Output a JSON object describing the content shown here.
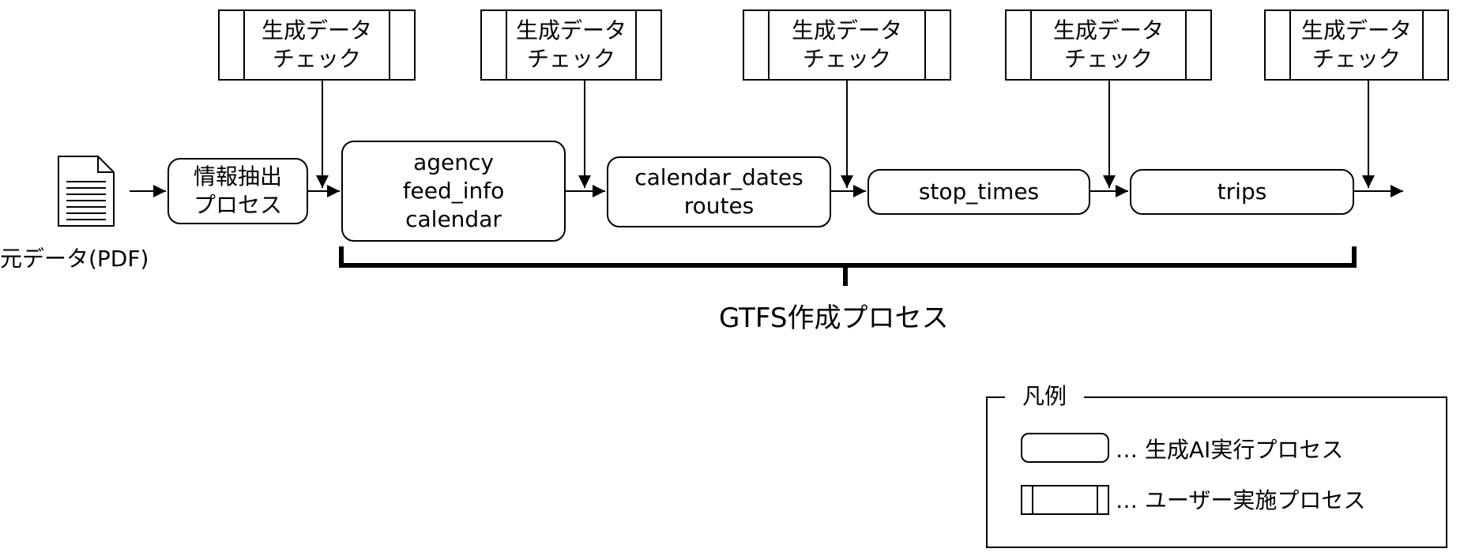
{
  "source": {
    "icon": "document-icon",
    "label": "元データ(PDF)"
  },
  "extract_step": {
    "line1": "情報抽出",
    "line2": "プロセス"
  },
  "ai_steps": [
    {
      "lines": [
        "agency",
        "feed_info",
        "calendar"
      ]
    },
    {
      "lines": [
        "calendar_dates",
        "routes"
      ]
    },
    {
      "lines": [
        "stop_times"
      ]
    },
    {
      "lines": [
        "trips"
      ]
    }
  ],
  "check_steps": [
    {
      "line1": "生成データ",
      "line2": "チェック"
    },
    {
      "line1": "生成データ",
      "line2": "チェック"
    },
    {
      "line1": "生成データ",
      "line2": "チェック"
    },
    {
      "line1": "生成データ",
      "line2": "チェック"
    },
    {
      "line1": "生成データ",
      "line2": "チェック"
    }
  ],
  "group_label": "GTFS作成プロセス",
  "legend": {
    "title": "凡例",
    "items": [
      {
        "shape": "rounded-rect",
        "text": "… 生成AI実行プロセス"
      },
      {
        "shape": "double-bar-rect",
        "text": "… ユーザー実施プロセス"
      }
    ]
  },
  "colors": {
    "stroke": "#000000",
    "fill": "#ffffff"
  }
}
